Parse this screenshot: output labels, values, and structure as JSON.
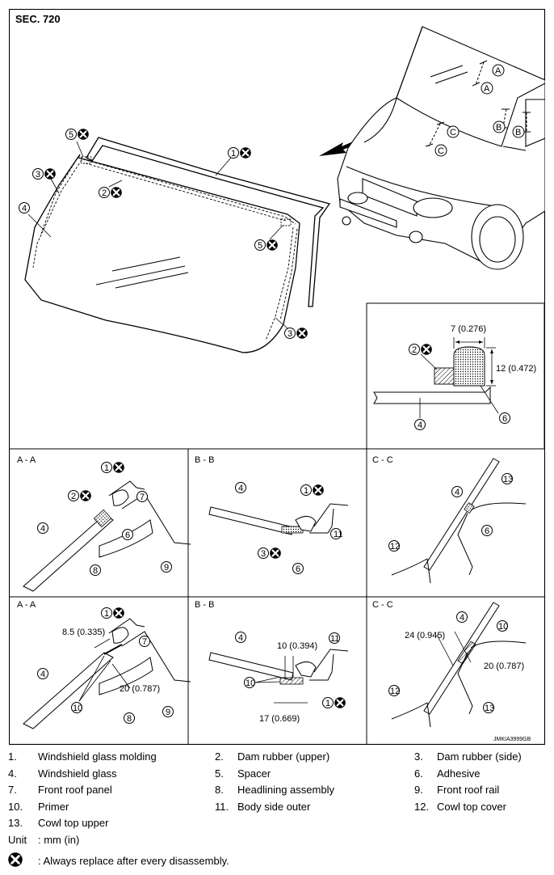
{
  "section": "SEC. 720",
  "image_ref": "JMKIA3999GB",
  "views": {
    "aa": "A - A",
    "bb": "B - B",
    "cc": "C - C"
  },
  "callout_letters": [
    "A",
    "B",
    "C"
  ],
  "dimensions": {
    "adhesive_width": "7 (0.276)",
    "adhesive_height": "12 (0.472)",
    "aa_width": "8.5 (0.335)",
    "aa_depth": "20 (0.787)",
    "bb_width": "10 (0.394)",
    "bb_length": "17 (0.669)",
    "cc_length": "24 (0.945)",
    "cc_depth": "20 (0.787)"
  },
  "legend": [
    {
      "num": "1.",
      "label": "Windshield glass molding"
    },
    {
      "num": "2.",
      "label": "Dam rubber (upper)"
    },
    {
      "num": "3.",
      "label": "Dam rubber (side)"
    },
    {
      "num": "4.",
      "label": "Windshield glass"
    },
    {
      "num": "5.",
      "label": "Spacer"
    },
    {
      "num": "6.",
      "label": "Adhesive"
    },
    {
      "num": "7.",
      "label": "Front roof panel"
    },
    {
      "num": "8.",
      "label": "Headlining assembly"
    },
    {
      "num": "9.",
      "label": "Front roof rail"
    },
    {
      "num": "10.",
      "label": "Primer"
    },
    {
      "num": "11.",
      "label": "Body side outer"
    },
    {
      "num": "12.",
      "label": "Cowl top cover"
    },
    {
      "num": "13.",
      "label": "Cowl top upper"
    }
  ],
  "unit": {
    "label": "Unit",
    "value": ": mm (in)"
  },
  "note": ": Always replace after every disassembly.",
  "icons": {
    "replace": "replace-x-icon"
  }
}
